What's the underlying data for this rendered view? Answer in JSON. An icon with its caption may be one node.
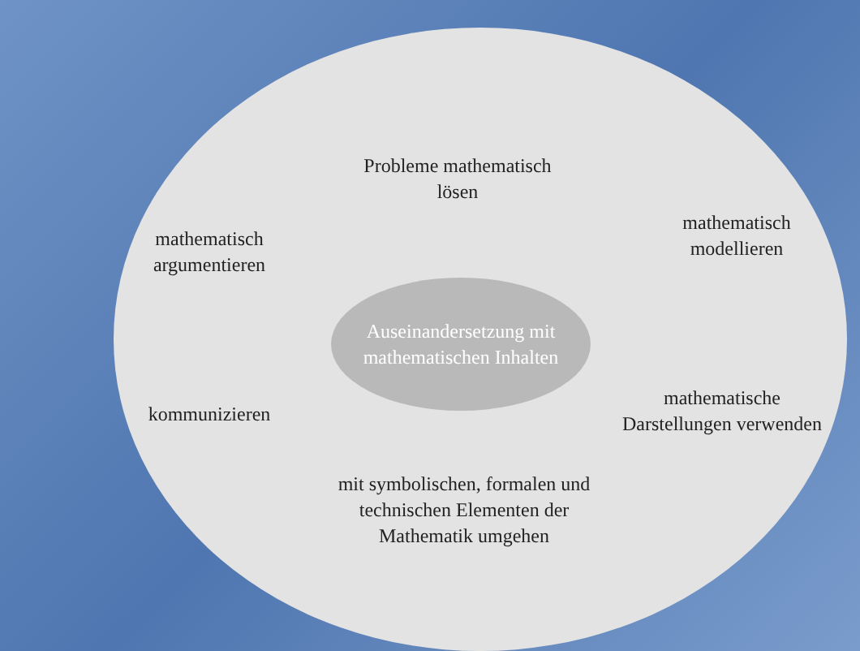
{
  "diagram": {
    "nodes": [
      {
        "text": [],
        "shape": "ellipse"
      },
      {
        "text": [
          "Auseinandersetzung mit mathematischen Inhalten"
        ],
        "in": 0
      }
    ],
    "labels": [
      "Probleme mathematisch lösen",
      "mathematisch modellieren",
      "mathematisch argumentieren",
      "kommunizieren",
      "mathematische Darstellungen verwenden",
      "mit symbolischen, formalen und technischen Elementen der Mathematik umgehen"
    ]
  }
}
